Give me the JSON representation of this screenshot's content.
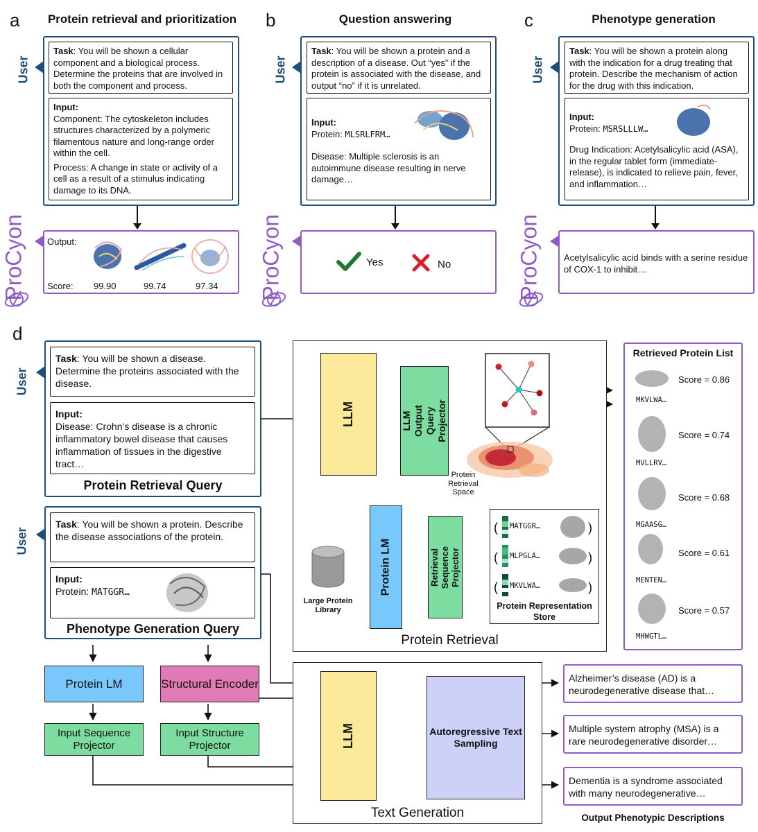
{
  "panel_a": {
    "letter": "a",
    "title": "Protein retrieval and prioritization",
    "user_label": "User",
    "task_label": "Task",
    "task_text": ": You will be shown a cellular component and a biological process. Determine the proteins that are involved in both the component and process.",
    "input_label": "Input:",
    "component_text": "Component: The cytoskeleton includes structures characterized by a polymeric filamentous nature and long-range order within the cell.",
    "process_text": "Process: A change in state or activity of a cell as a result of a stimulus indicating damage to its DNA.",
    "model_label": "ProCyon",
    "output_label": "Output:",
    "score_label": "Score:",
    "scores": [
      "99.90",
      "99.74",
      "97.34"
    ]
  },
  "panel_b": {
    "letter": "b",
    "title": "Question answering",
    "user_label": "User",
    "task_label": "Task",
    "task_text": ": You will be shown a protein and a description of a disease. Out “yes” if the protein is associated with the disease, and output “no” if it is unrelated.",
    "input_label": "Input:",
    "protein_label": "Protein:",
    "protein_seq": "MLSRLFRM…",
    "disease_text": "Disease: Multiple sclerosis is an autoimmune disease resulting in nerve damage…",
    "model_label": "ProCyon",
    "yes_label": "Yes",
    "no_label": "No"
  },
  "panel_c": {
    "letter": "c",
    "title": "Phenotype generation",
    "user_label": "User",
    "task_label": "Task",
    "task_text": ": You will be shown a protein along with the indication for a drug treating that protein. Describe the mechanism of action for the drug with this indication.",
    "input_label": "Input:",
    "protein_label": "Protein:",
    "protein_seq": "MSRSLLLW…",
    "indication_text": "Drug Indication: Acetylsalicylic acid (ASA), in the regular tablet form (immediate-release), is indicated to relieve pain, fever, and inflammation…",
    "model_label": "ProCyon",
    "output_text": "Acetylsalicylic acid binds with a serine residue of COX-1 to inhibit…"
  },
  "panel_d": {
    "letter": "d",
    "user_label": "User",
    "retrieval_query": {
      "task_label": "Task",
      "task_text": ": You will be shown a disease. Determine the proteins associated with the disease.",
      "input_label": "Input:",
      "input_text": "Disease: Crohn’s disease is a chronic inflammatory bowel disease that causes inflammation of tissues in the digestive tract…",
      "caption": "Protein Retrieval Query"
    },
    "generation_query": {
      "task_label": "Task",
      "task_text": ": You will be shown a protein. Describe the disease associations of the protein.",
      "input_label": "Input:",
      "protein_label": "Protein:",
      "protein_seq": "MATGGR…",
      "caption": "Phenotype Generation Query"
    },
    "retrieval": {
      "llm_label": "LLM",
      "projector_label": "LLM Output Query Projector",
      "space_label": "Protein Retrieval Space",
      "library_label": "Large Protein Library",
      "protein_lm_label": "Protein LM",
      "seq_projector_label": "Retrieval Sequence Projector",
      "store_entries": [
        "MATGGR…",
        "MLPGLA…",
        "MKVLWA…"
      ],
      "store_label": "Protein Representation Store",
      "caption": "Protein Retrieval"
    },
    "retrieved": {
      "title": "Retrieved Protein List",
      "items": [
        {
          "seq": "MKVLWA…",
          "score": "Score = 0.86"
        },
        {
          "seq": "MVLLRV…",
          "score": "Score = 0.74"
        },
        {
          "seq": "MGAASG…",
          "score": "Score = 0.68"
        },
        {
          "seq": "MENTEN…",
          "score": "Score = 0.61"
        },
        {
          "seq": "MHWGTL…",
          "score": "Score = 0.57"
        }
      ]
    },
    "encoders": {
      "protein_lm": "Protein LM",
      "structural_encoder": "Structural Encoder",
      "seq_projector": "Input Sequence Projector",
      "struct_projector": "Input Structure Projector"
    },
    "generation": {
      "llm_label": "LLM",
      "sampling_label": "Autoregressive Text Sampling",
      "caption": "Text Generation"
    },
    "outputs": {
      "items": [
        "Alzheimer’s disease (AD) is a neurodegenerative disease that…",
        "Multiple system atrophy (MSA) is a rare neurodegenerative disorder…",
        "Dementia is a syndrome associated with many neurodegenerative…"
      ],
      "caption": "Output Phenotypic Descriptions"
    }
  },
  "colors": {
    "user_blue": "#1f4e79",
    "procyon_purple": "#8e5cc4",
    "llm_yellow": "#fde99a",
    "projector_green": "#7ddc9f",
    "protein_lm_blue": "#79c8fb",
    "structural_pink": "#e07bb5",
    "sampling_lavender": "#cdd1f7"
  }
}
